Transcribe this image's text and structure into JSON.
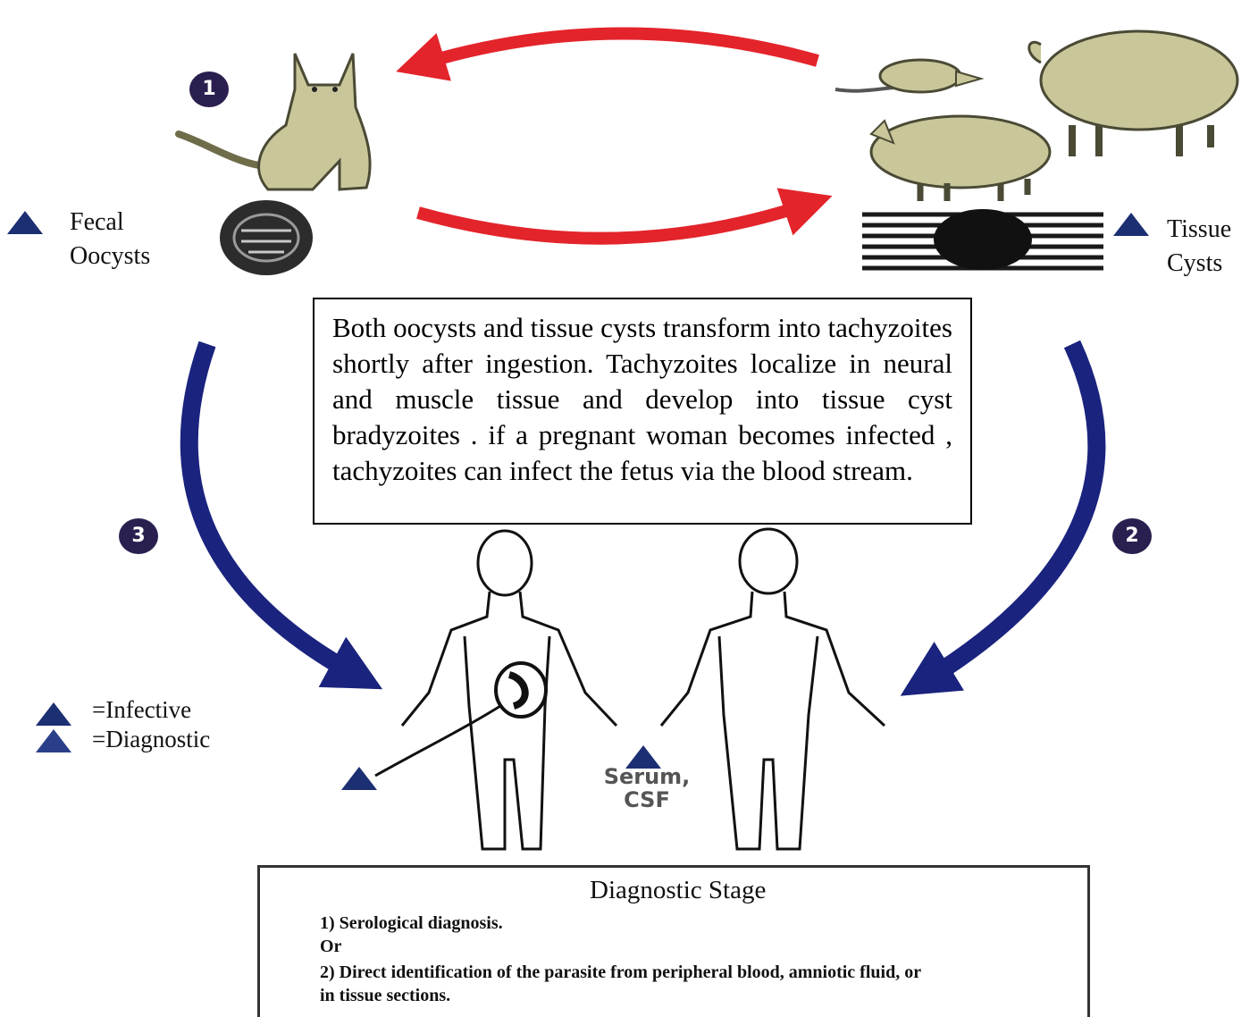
{
  "labels": {
    "fecal_line1": "Fecal",
    "fecal_line2": "Oocysts",
    "tissue_line1": "Tissue",
    "tissue_line2": "Cysts",
    "legend_infective": "=Infective",
    "legend_diagnostic": "=Diagnostic",
    "serum_line1": "Serum,",
    "serum_line2": "CSF"
  },
  "steps": {
    "step1": "1",
    "step2": "2",
    "step3": "3"
  },
  "info_text": "Both oocysts and tissue cysts transform into tachyzoites shortly after ingestion. Tachyzoites localize in neural and muscle tissue and develop into tissue cyst bradyzoites . if a pregnant woman becomes infected , tachyzoites can infect the fetus via the blood stream.",
  "diagnostic": {
    "title": "Diagnostic Stage",
    "item1": "1)    Serological diagnosis.",
    "or": "Or",
    "item2_line1": "2) Direct identification of the parasite from peripheral blood, amniotic fluid, or",
    "item2_line2": "in tissue sections."
  },
  "colors": {
    "red_arrow": "#e3242b",
    "blue_arrow": "#1a237e",
    "animal_fill": "#c9c79a",
    "badge": "#2b1f4f",
    "triangle": "#1d2f73"
  }
}
